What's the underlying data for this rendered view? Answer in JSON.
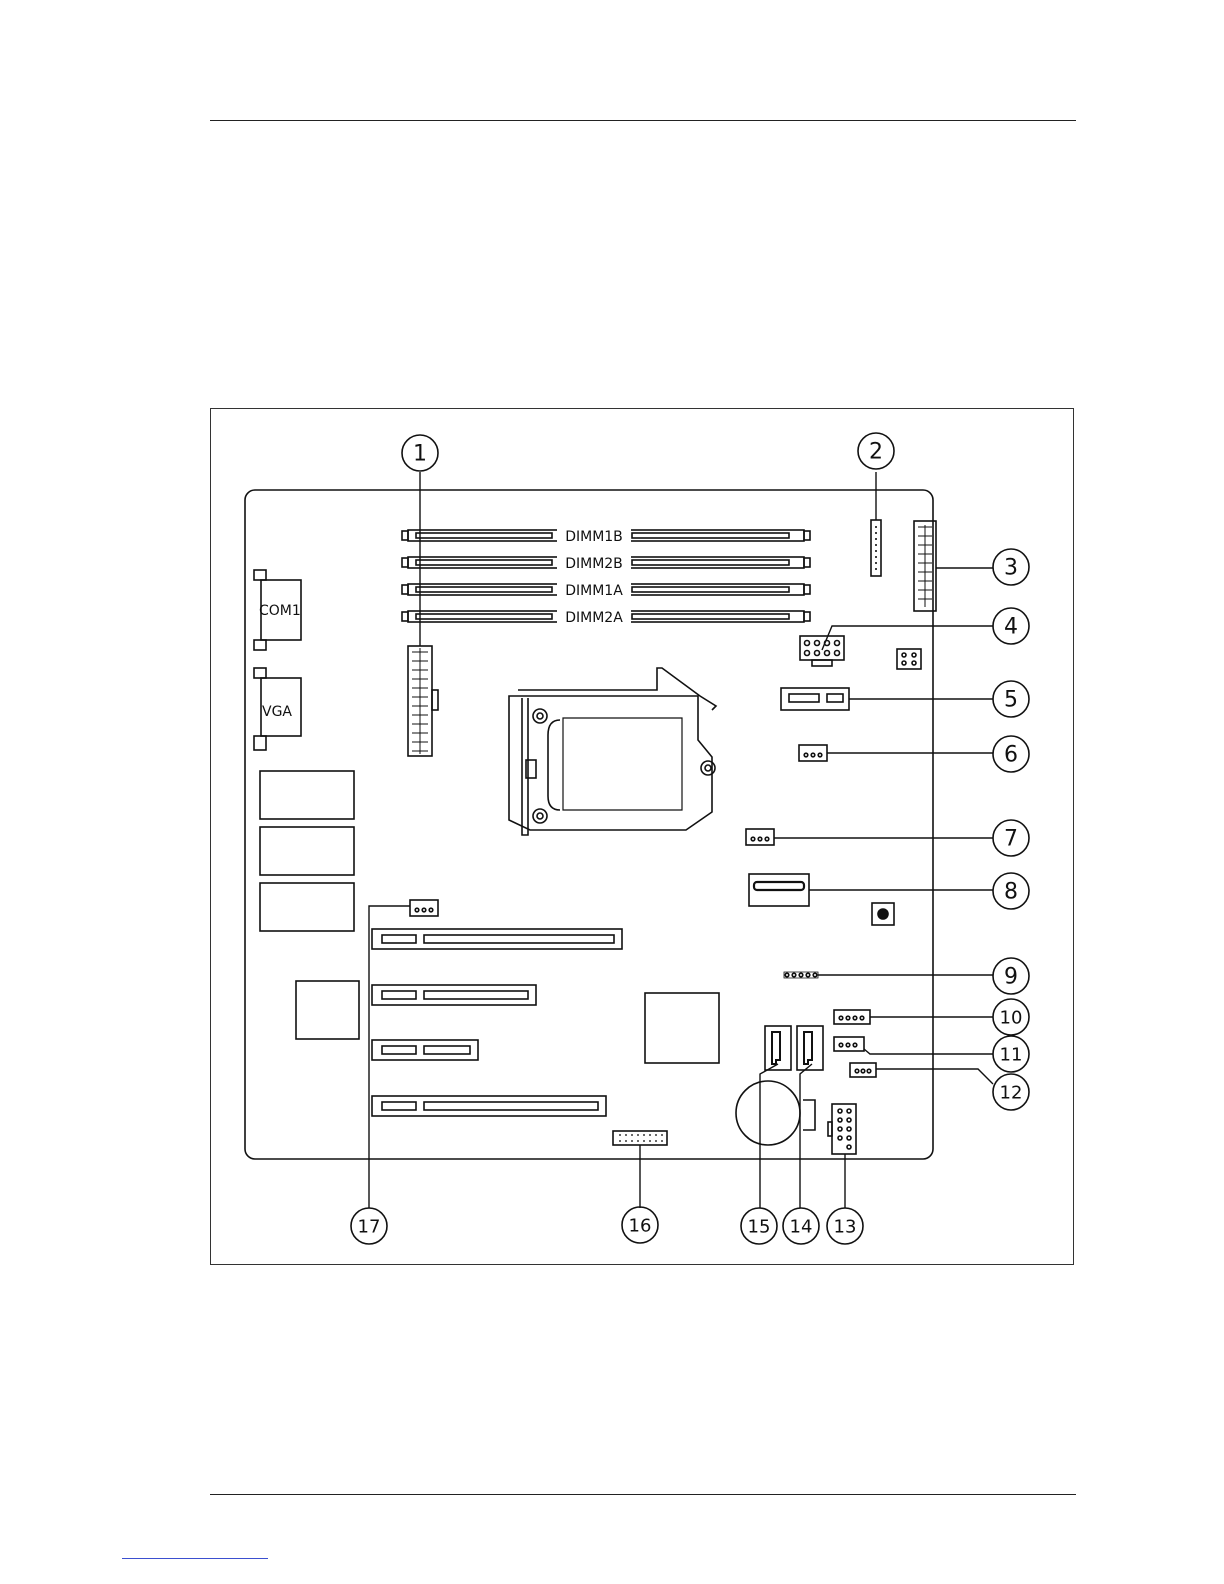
{
  "slot_labels": [
    "DIMM1B",
    "DIMM2B",
    "DIMM1A",
    "DIMM2A"
  ],
  "port_labels": {
    "com": "COM1",
    "vga": "VGA"
  },
  "callouts": [
    "1",
    "2",
    "3",
    "4",
    "5",
    "6",
    "7",
    "8",
    "9",
    "10",
    "11",
    "12",
    "13",
    "14",
    "15",
    "16",
    "17"
  ]
}
